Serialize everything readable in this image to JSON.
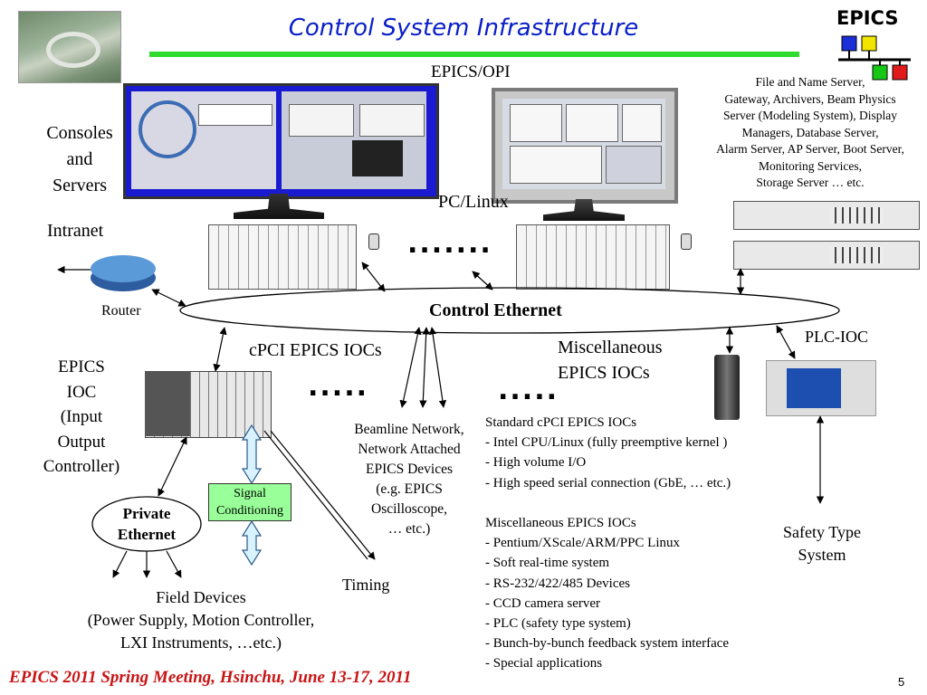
{
  "title": "Control System Infrastructure",
  "logo_text": "EPICS",
  "epics_opi": "EPICS/OPI",
  "consoles_label": "Consoles\nand\nServers",
  "pc_linux": "PC/Linux",
  "intranet": "Intranet",
  "router": "Router",
  "control_ethernet": "Control Ethernet",
  "file_server_text": [
    "File and Name Server,",
    "Gateway, Archivers, Beam Physics",
    "Server  (Modeling System), Display",
    "Managers, Database Server,",
    "Alarm Server, AP Server,  Boot Server,",
    "Monitoring Services,",
    "Storage Server … etc."
  ],
  "cpci_iocs": "cPCI EPICS IOCs",
  "misc_iocs": [
    "Miscellaneous",
    "EPICS IOCs"
  ],
  "plc_ioc": "PLC-IOC",
  "epics_ioc_label": [
    "EPICS",
    "IOC",
    "(Input",
    "Output",
    "Controller)"
  ],
  "beamline_text": [
    "Beamline Network,",
    "Network Attached",
    "EPICS Devices",
    "(e.g. EPICS",
    "Oscilloscope,",
    "… etc.)"
  ],
  "signal_conditioning": [
    "Signal",
    "Conditioning"
  ],
  "private_ethernet": [
    "Private",
    "Ethernet"
  ],
  "timing": "Timing",
  "field_devices": [
    "Field Devices",
    "(Power Supply, Motion Controller,",
    "LXI Instruments, …etc.)"
  ],
  "safety_type": [
    "Safety Type",
    "System"
  ],
  "dots1": ".......",
  "dots2": ".....",
  "dots3": ".....",
  "standard_list": [
    "Standard cPCI EPICS IOCs",
    "- Intel CPU/Linux (fully preemptive kernel )",
    "- High volume I/O",
    "- High speed serial connection (GbE, … etc.)"
  ],
  "misc_list": [
    "Miscellaneous EPICS IOCs",
    "- Pentium/XScale/ARM/PPC Linux",
    "- Soft real-time system",
    "- RS-232/422/485 Devices",
    "- CCD camera server",
    "- PLC (safety type system)",
    "- Bunch-by-bunch feedback system interface",
    "- Special applications"
  ],
  "footer": "EPICS 2011 Spring Meeting, Hsinchu, June 13-17, 2011",
  "page_number": "5",
  "colors": {
    "title": "#0a1ec8",
    "bar": "#2ddc2d",
    "footer": "#c81414",
    "signal_box": "#99ff99"
  }
}
